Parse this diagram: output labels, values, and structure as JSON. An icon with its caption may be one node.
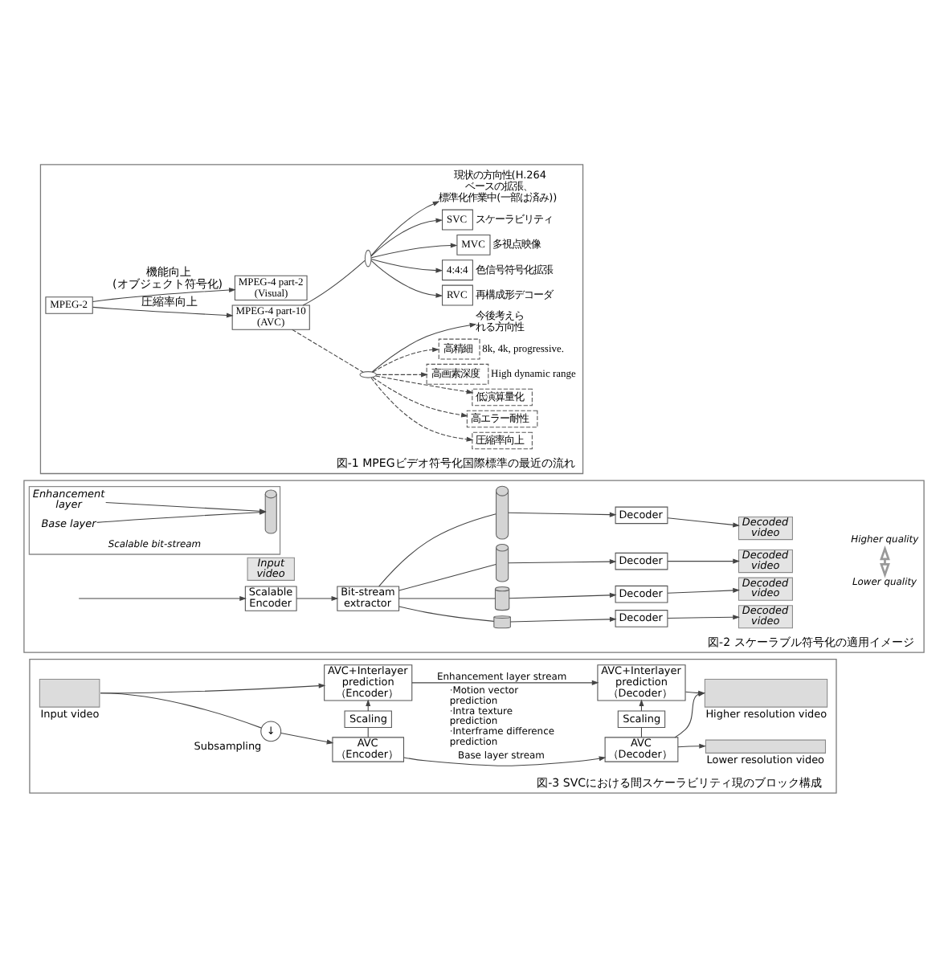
{
  "diagram": {
    "nodes": [
      {
        "text": [
          "図-1 MPEGビデオ符号化国際標準の最近の流れ"
        ]
      },
      {
        "text": [
          "MPEG-2"
        ],
        "in": 0
      },
      {
        "text": [
          "MPEG-4 part-2 (Visual)"
        ],
        "in": 0
      },
      {
        "text": [
          "MPEG-4 part-10 (AVC)"
        ],
        "in": 0
      },
      {
        "text": [
          "現状の方向性(H.264ベースの拡張、標準化作業中(一部は済み))"
        ],
        "in": 0
      },
      {
        "text": [],
        "shape": "ellipse",
        "in": 0
      },
      {
        "text": [
          "SVC"
        ],
        "beside": [
          "スケーラビリティ"
        ],
        "in": 0
      },
      {
        "text": [
          "MVC"
        ],
        "beside": [
          "多視点映像"
        ],
        "in": 0
      },
      {
        "text": [
          "4:4:4"
        ],
        "beside": [
          "色信号符号化拡張"
        ],
        "in": 0
      },
      {
        "text": [
          "RVC"
        ],
        "beside": [
          "再構成形デコーダ"
        ],
        "in": 0
      },
      {
        "text": [],
        "shape": "ellipse",
        "in": 0
      },
      {
        "text": [
          "今後考えられる方向性"
        ],
        "in": 0
      },
      {
        "text": [
          "高精細"
        ],
        "beside": [
          "8k, 4k, progressive."
        ],
        "in": 0
      },
      {
        "text": [
          "高画素深度"
        ],
        "beside": [
          "High dynamic range"
        ],
        "in": 0
      },
      {
        "text": [
          "低演算量化"
        ],
        "in": 0
      },
      {
        "text": [
          "高エラー耐性"
        ],
        "in": 0
      },
      {
        "text": [
          "圧縮率向上"
        ],
        "in": 0
      },
      {
        "text": [
          "図-2 スケーラブル符号化の適用イメージ"
        ]
      },
      {
        "text": [
          "Input video"
        ],
        "in": 17
      },
      {
        "text": [
          "Scalable Encoder"
        ],
        "in": 17
      },
      {
        "text": [
          "Bit-stream extractor"
        ],
        "in": 17
      },
      {
        "text": [
          "Scalable bit-stream"
        ],
        "in": 17
      },
      {
        "text": [
          "Enhancement layer"
        ],
        "in": 21
      },
      {
        "text": [
          "Base layer"
        ],
        "in": 21
      },
      {
        "text": [],
        "shape": "cylinder",
        "in": 21
      },
      {
        "text": [],
        "shape": "cylinder",
        "in": 17
      },
      {
        "text": [
          "Decoder"
        ],
        "in": 17
      },
      {
        "text": [
          "Decoded video"
        ],
        "in": 17
      },
      {
        "text": [],
        "shape": "cylinder",
        "in": 17
      },
      {
        "text": [
          "Decoder"
        ],
        "in": 17
      },
      {
        "text": [
          "Decoded video"
        ],
        "in": 17
      },
      {
        "text": [],
        "shape": "cylinder",
        "in": 17
      },
      {
        "text": [
          "Decoder"
        ],
        "in": 17
      },
      {
        "text": [
          "Decoded video"
        ],
        "in": 17
      },
      {
        "text": [],
        "shape": "cylinder",
        "in": 17
      },
      {
        "text": [
          "Decoder"
        ],
        "in": 17
      },
      {
        "text": [
          "Decoded video"
        ],
        "in": 17
      },
      {
        "text": [
          "図-3 SVCにおける間スケーラビリティ現のブロック構成"
        ]
      },
      {
        "text": [
          "Input video"
        ],
        "in": 37
      },
      {
        "text": [
          "AVC+Interlayer prediction （Encoder）"
        ],
        "in": 37
      },
      {
        "text": [
          "↓"
        ],
        "beside": [
          "Subsampling"
        ],
        "in": 37
      },
      {
        "text": [
          "Scaling"
        ],
        "in": 37
      },
      {
        "text": [
          "AVC （Encoder）"
        ],
        "in": 37
      },
      {
        "text": [
          "AVC+Interlayer prediction （Decoder）"
        ],
        "in": 37
      },
      {
        "text": [
          "Scaling"
        ],
        "in": 37
      },
      {
        "text": [
          "AVC （Decoder）"
        ],
        "in": 37
      },
      {
        "text": [
          "Higher resolution video"
        ],
        "in": 37
      },
      {
        "text": [
          "Lower resolution video"
        ],
        "in": 37
      }
    ],
    "edges": [
      {
        "from": 1,
        "to": 2,
        "arrow": "to",
        "label": "機能向上(オブジェクト符号化)"
      },
      {
        "from": 1,
        "to": 3,
        "arrow": "to",
        "label": "圧縮率向上"
      },
      {
        "from": 3,
        "to": 5,
        "arrow": "none"
      },
      {
        "from": 5,
        "to": 4,
        "arrow": "to"
      },
      {
        "from": 5,
        "to": 6,
        "arrow": "to"
      },
      {
        "from": 5,
        "to": 7,
        "arrow": "to"
      },
      {
        "from": 5,
        "to": 8,
        "arrow": "to"
      },
      {
        "from": 5,
        "to": 9,
        "arrow": "to"
      },
      {
        "from": 3,
        "to": 10,
        "arrow": "none",
        "style": "dashed"
      },
      {
        "from": 10,
        "to": 11,
        "arrow": "to"
      },
      {
        "from": 10,
        "to": 12,
        "arrow": "to",
        "style": "dashed"
      },
      {
        "from": 10,
        "to": 13,
        "arrow": "to",
        "style": "dashed"
      },
      {
        "from": 10,
        "to": 14,
        "arrow": "to",
        "style": "dashed"
      },
      {
        "from": 10,
        "to": 15,
        "arrow": "to",
        "style": "dashed"
      },
      {
        "from": 10,
        "to": 16,
        "arrow": "to",
        "style": "dashed"
      },
      {
        "from": null,
        "to": 19,
        "arrow": "to"
      },
      {
        "from": 19,
        "to": 20,
        "arrow": "to"
      },
      {
        "from": 22,
        "to": 24,
        "arrow": "to"
      },
      {
        "from": 23,
        "to": 24,
        "arrow": "to"
      },
      {
        "from": 20,
        "to": 25,
        "arrow": "none"
      },
      {
        "from": 25,
        "to": 26,
        "arrow": "to"
      },
      {
        "from": 26,
        "to": 27,
        "arrow": "to"
      },
      {
        "from": 20,
        "to": 28,
        "arrow": "none"
      },
      {
        "from": 28,
        "to": 29,
        "arrow": "to"
      },
      {
        "from": 29,
        "to": 30,
        "arrow": "to"
      },
      {
        "from": 20,
        "to": 31,
        "arrow": "none"
      },
      {
        "from": 31,
        "to": 32,
        "arrow": "to"
      },
      {
        "from": 32,
        "to": 33,
        "arrow": "to"
      },
      {
        "from": 20,
        "to": 34,
        "arrow": "none"
      },
      {
        "from": 34,
        "to": 35,
        "arrow": "to"
      },
      {
        "from": 35,
        "to": 36,
        "arrow": "to"
      },
      {
        "from": 38,
        "to": 39,
        "arrow": "to"
      },
      {
        "from": 38,
        "to": 40,
        "arrow": "none"
      },
      {
        "from": 40,
        "to": 42,
        "arrow": "to"
      },
      {
        "from": 42,
        "to": 41,
        "arrow": "none"
      },
      {
        "from": 41,
        "to": 39,
        "arrow": "to"
      },
      {
        "from": 39,
        "to": 43,
        "arrow": "to",
        "label": "Enhancement layer stream"
      },
      {
        "from": 42,
        "to": 45,
        "arrow": "to",
        "label": "Base layer stream"
      },
      {
        "from": 45,
        "to": 44,
        "arrow": "none"
      },
      {
        "from": 44,
        "to": 43,
        "arrow": "to"
      },
      {
        "from": 43,
        "to": 46,
        "arrow": "to"
      },
      {
        "from": 45,
        "to": 46,
        "arrow": "to"
      },
      {
        "from": 45,
        "to": 47,
        "arrow": "to"
      }
    ],
    "labels": [
      "Higher quality",
      "Lower quality",
      "·Motion vector prediction",
      "·Intra texture prediction",
      "·Interframe difference prediction"
    ]
  }
}
